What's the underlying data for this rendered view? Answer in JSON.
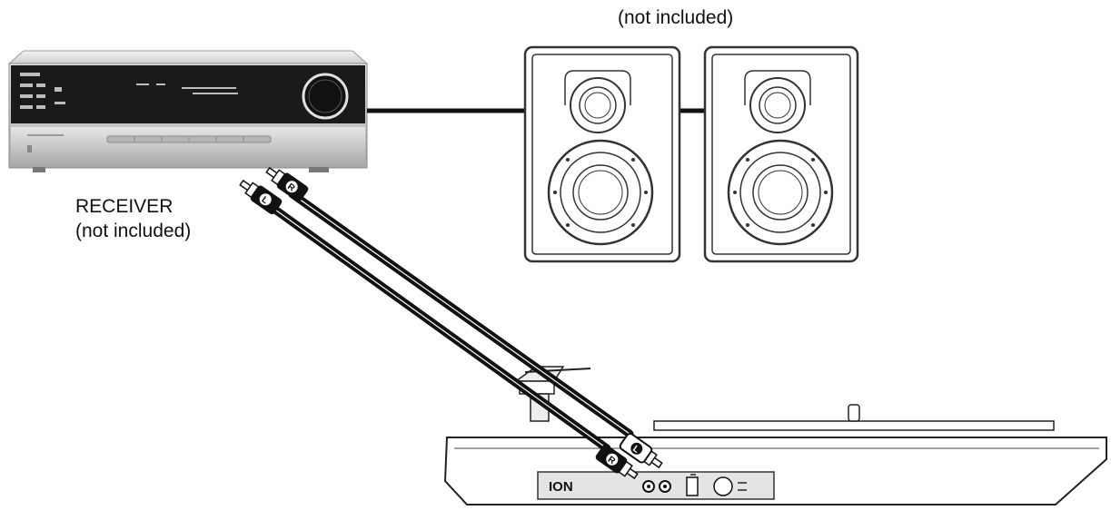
{
  "speakers": {
    "caption": "(not included)"
  },
  "receiver": {
    "caption_line1": "RECEIVER",
    "caption_line2": "(not included)"
  },
  "cables": {
    "left_plug_letter": "L",
    "right_plug_letter": "R"
  },
  "turntable": {
    "brand": "ION"
  }
}
